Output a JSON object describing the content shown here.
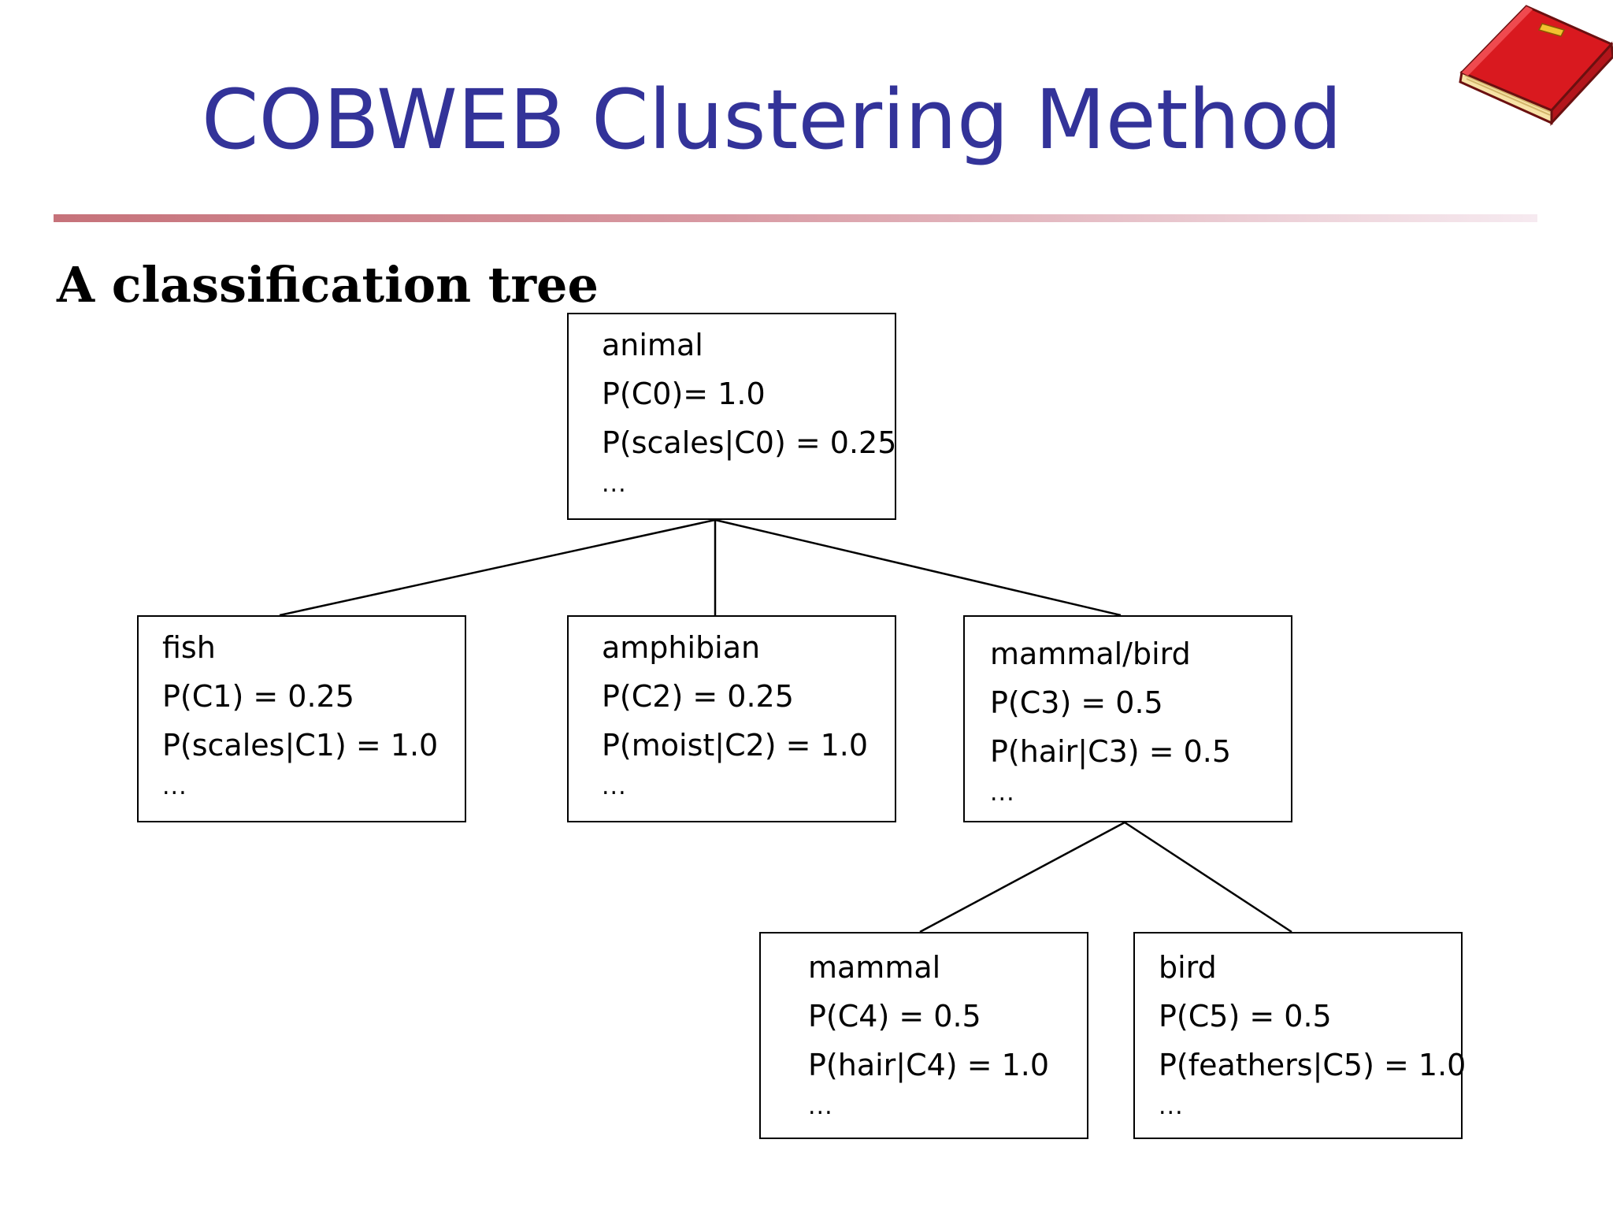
{
  "slide": {
    "title": "COBWEB Clustering Method",
    "subtitle": "A classification tree"
  },
  "icons": {
    "decoration": "red-book-icon"
  },
  "colors": {
    "title": "#333399",
    "rule_start": "#c6727a",
    "rule_end": "#f6eaf0",
    "book_cover": "#d9191f",
    "book_pages": "#f7e2a6"
  },
  "tree": {
    "animal": {
      "name": "animal",
      "prob": "P(C0)= 1.0",
      "attr": "P(scales|C0) = 0.25",
      "more": "..."
    },
    "fish": {
      "name": "fish",
      "prob": "P(C1) = 0.25",
      "attr": "P(scales|C1) = 1.0",
      "more": "..."
    },
    "amphibian": {
      "name": "amphibian",
      "prob": "P(C2) = 0.25",
      "attr": "P(moist|C2) = 1.0",
      "more": "..."
    },
    "mammal_bird": {
      "name": "mammal/bird",
      "prob": "P(C3) = 0.5",
      "attr": "P(hair|C3) = 0.5",
      "more": "..."
    },
    "mammal": {
      "name": "mammal",
      "prob": "P(C4) = 0.5",
      "attr": "P(hair|C4) = 1.0",
      "more": "..."
    },
    "bird": {
      "name": "bird",
      "prob": "P(C5) = 0.5",
      "attr": "P(feathers|C5) = 1.0",
      "more": "..."
    }
  }
}
